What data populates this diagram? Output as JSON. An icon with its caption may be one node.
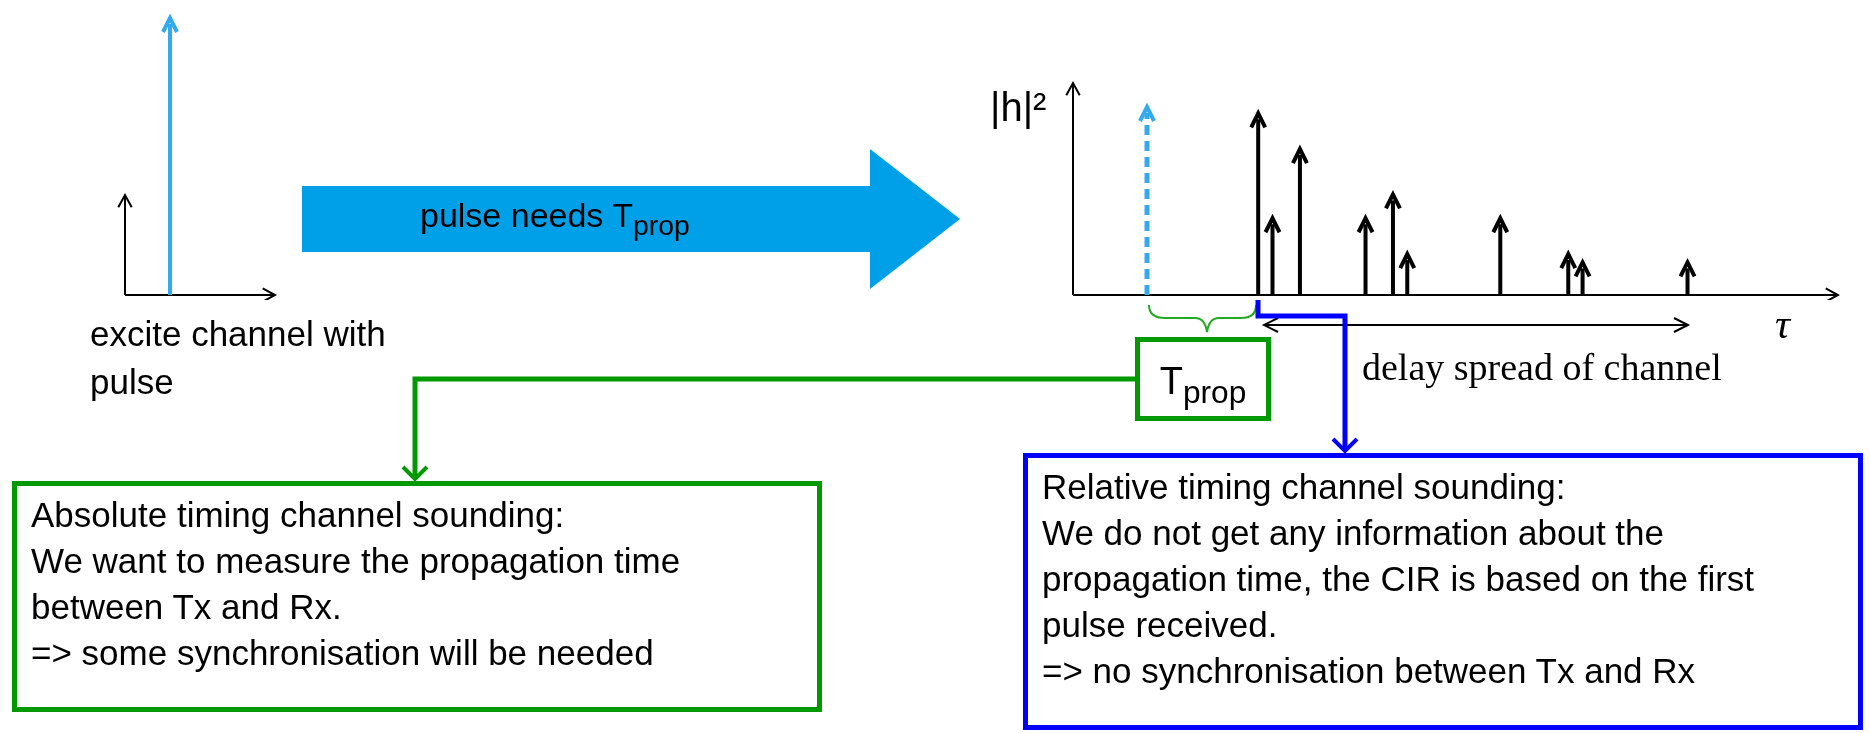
{
  "diagram": {
    "nodes": [
      {
        "text": [],
        "shape": "picture",
        "beside": [
          "excite channel with pulse"
        ]
      },
      {
        "text": [],
        "shape": "picture",
        "beside": [
          "|h|²"
        ]
      },
      {
        "text": [
          "T$_{prop}$"
        ]
      },
      {
        "text": [
          "Absolute timing channel sounding:",
          "We want to measure the propagation time between Tx and Rx.",
          "=> some synchronisation will be needed"
        ]
      },
      {
        "text": [
          "Relative timing channel sounding:",
          "We do not get any information about the propagation time, the CIR is based on the first pulse received.",
          "=> no synchronisation between Tx and Rx"
        ]
      }
    ],
    "edges": [
      {
        "from": 0,
        "to": 1,
        "arrow": "to",
        "label": "pulse needs T$_{prop}$",
        "style": "thick",
        "color": "#00a0e8"
      },
      {
        "from": 2,
        "to": 3,
        "arrow": "to",
        "color": "#009900"
      },
      {
        "from": 1,
        "to": 4,
        "arrow": "to",
        "color": "#0000ff"
      }
    ],
    "labels": [
      "τ",
      "delay spread of channel"
    ]
  }
}
